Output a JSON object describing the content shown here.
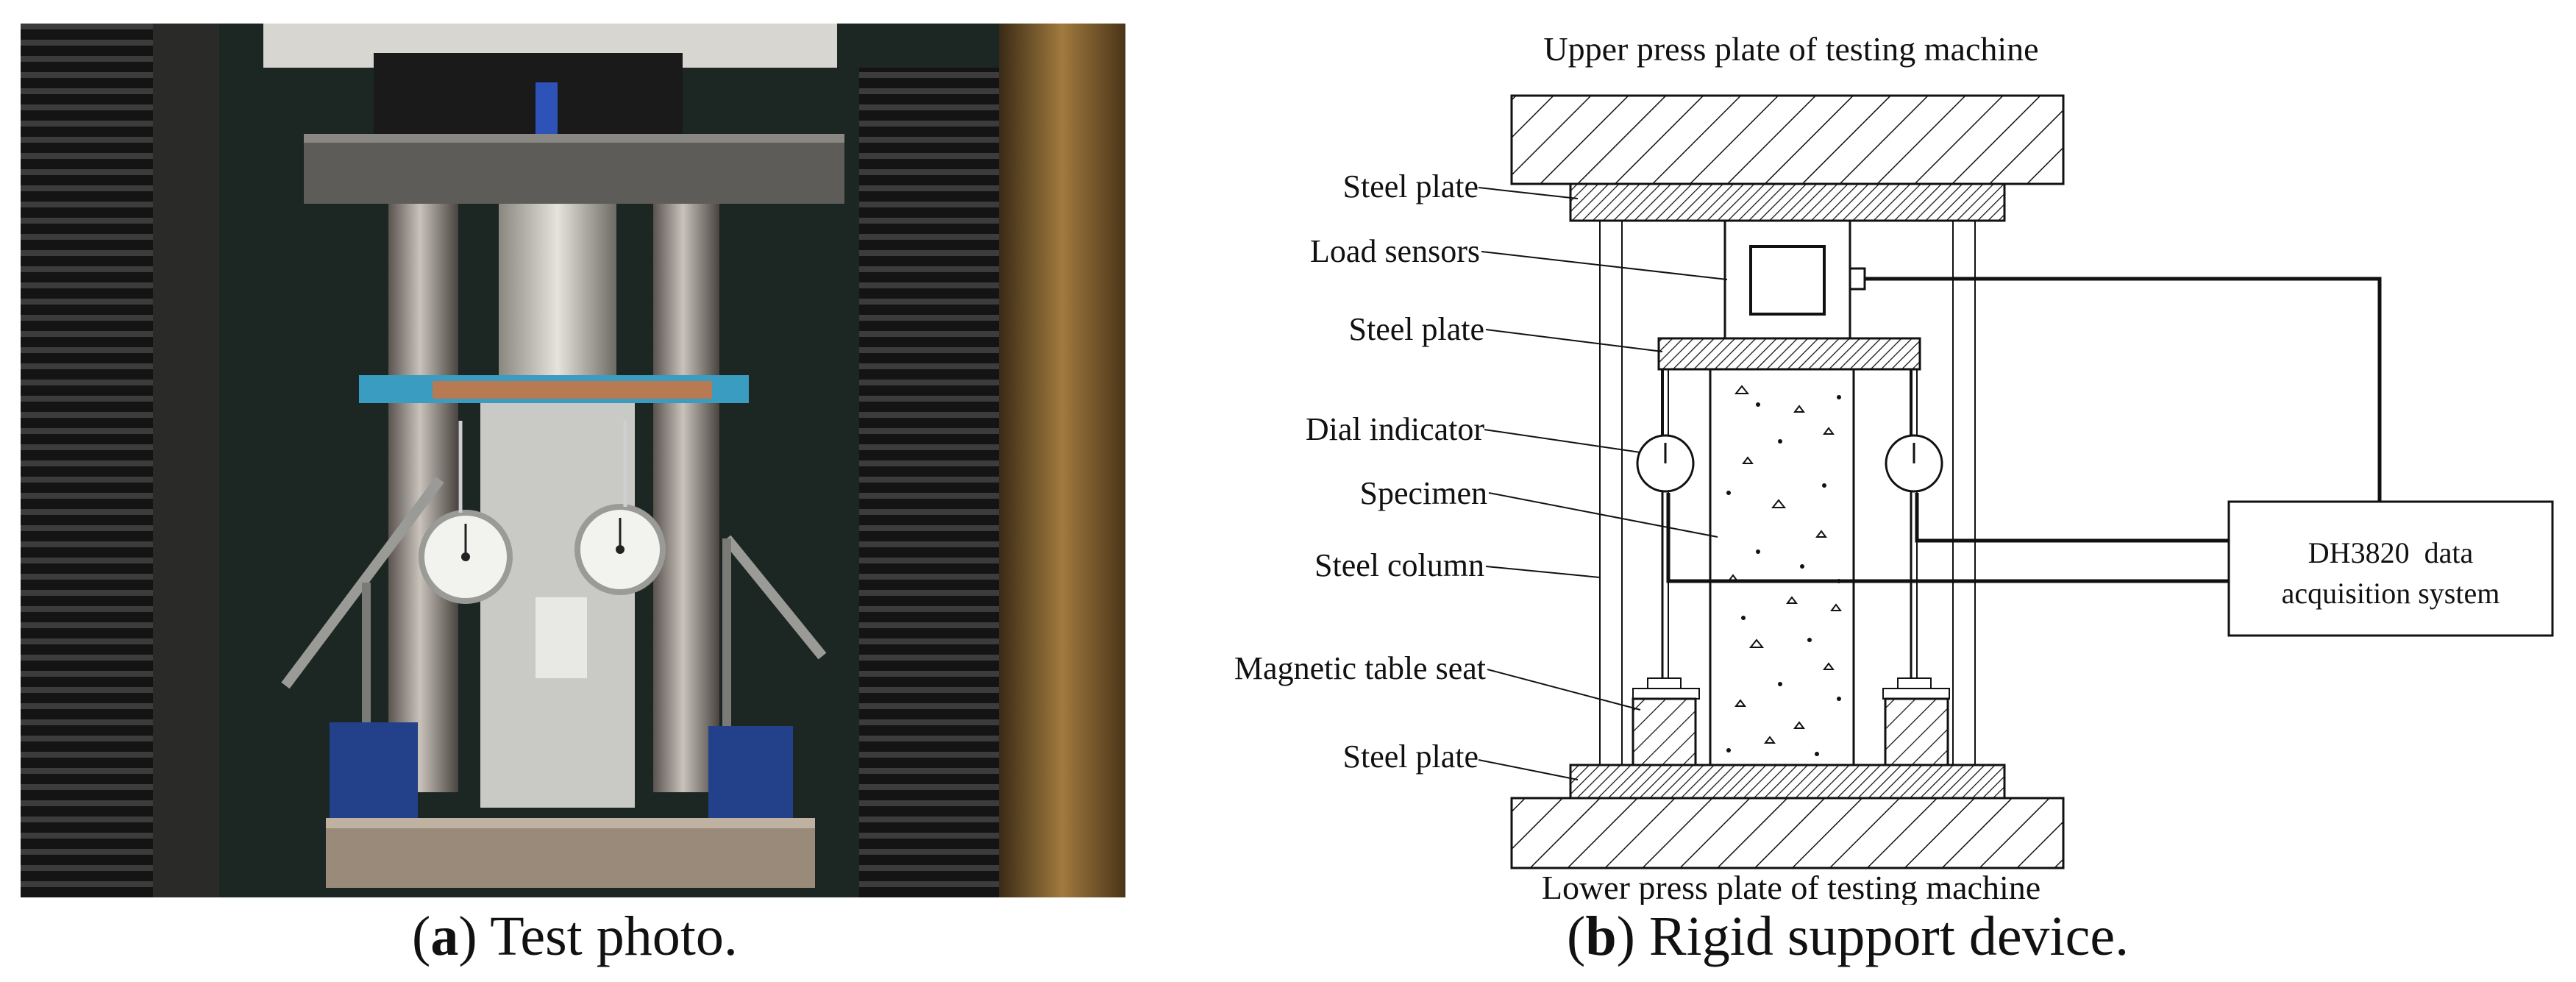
{
  "captions": {
    "a": {
      "letter": "a",
      "text": "Test photo."
    },
    "b": {
      "letter": "b",
      "text": "Rigid support device."
    }
  },
  "diagram": {
    "upper_plate": "Upper press plate of testing machine",
    "lower_plate": "Lower press plate of testing machine",
    "labels": {
      "steel_plate_top": "Steel plate",
      "load_sensors": "Load sensors",
      "steel_plate_mid": "Steel plate",
      "dial_indicator": "Dial indicator",
      "specimen": "Specimen",
      "steel_column": "Steel column",
      "magnetic_table_seat": "Magnetic table seat",
      "steel_plate_bottom": "Steel plate"
    },
    "daq_line1": "DH3820  data",
    "daq_line2": "acquisition system"
  }
}
